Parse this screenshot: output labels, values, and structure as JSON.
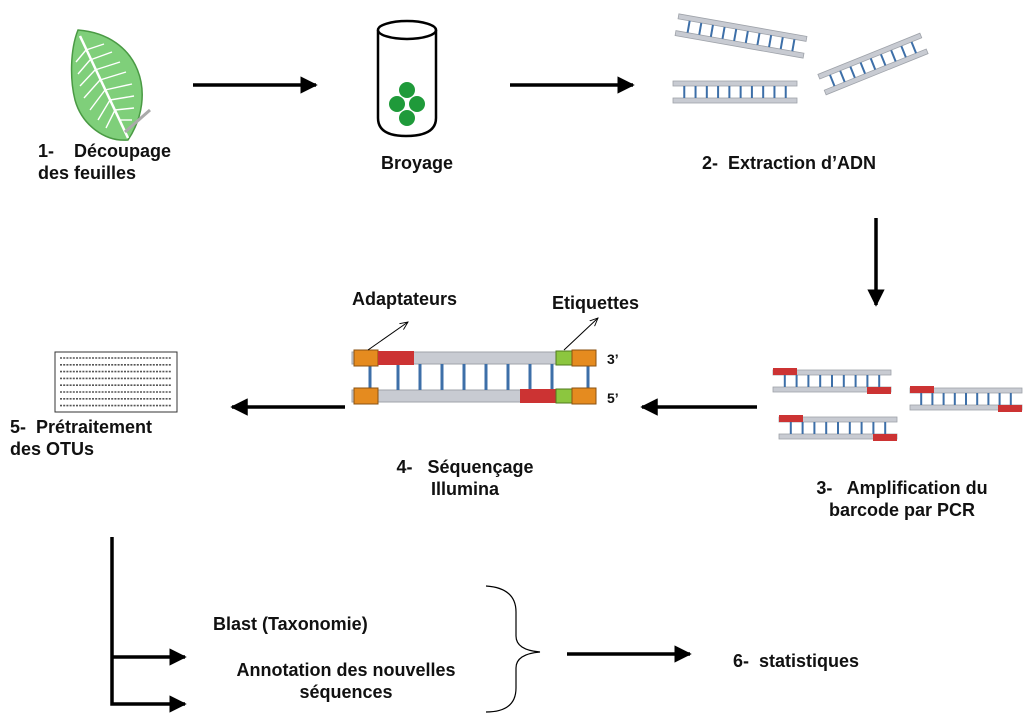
{
  "colors": {
    "arrow": "#000000",
    "leaf": "#7fcf7a",
    "leaf_vein": "#ffffff",
    "bead": "#1f9a3a",
    "dna_rail": "#c8cbd2",
    "dna_rung": "#3d6fa8",
    "primer_red": "#cc3333",
    "tag_orange": "#e58b1f",
    "tag_green": "#8cc63f"
  },
  "labels": {
    "step1": "1-    Découpage\ndes feuilles",
    "broyage": "Broyage",
    "step2": "2-  Extraction d’ADN",
    "adaptateurs": "Adaptateurs",
    "etiquettes": "Etiquettes",
    "end3": "3’",
    "end5": "5’",
    "step3": "3-   Amplification du\nbarcode par PCR",
    "step4": "4-   Séquençage\nIllumina",
    "step5": "5-  Prétraitement\ndes OTUs",
    "blast": "Blast (Taxonomie)",
    "annotation": "Annotation des nouvelles\nséquences",
    "step6": "6-  statistiques"
  },
  "icons": [
    "leaf-icon",
    "tube-icon",
    "dna-fragment-icon",
    "sequence-file-icon"
  ]
}
